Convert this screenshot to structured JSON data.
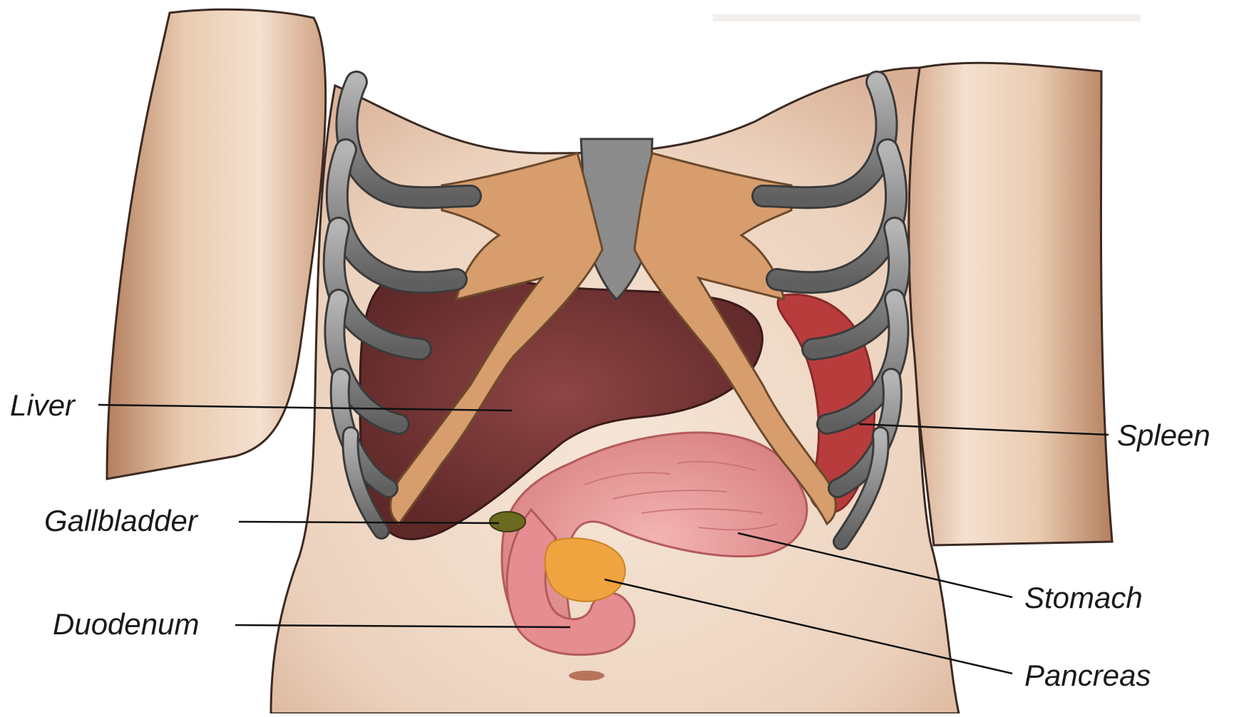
{
  "labels": {
    "liver": "Liver",
    "gallbladder": "Gallbladder",
    "duodenum": "Duodenum",
    "spleen": "Spleen",
    "stomach": "Stomach",
    "pancreas": "Pancreas"
  },
  "colors": {
    "skin": "#e9cbb0",
    "skin_shadow": "#c99d80",
    "rib_bone": "#8f8f8f",
    "cartilage": "#d8a070",
    "liver": "#7a3535",
    "stomach": "#e79a9a",
    "spleen": "#b93c3c",
    "pancreas": "#f0a440",
    "gallbladder": "#6b6a20",
    "leader_line": "#111111"
  }
}
